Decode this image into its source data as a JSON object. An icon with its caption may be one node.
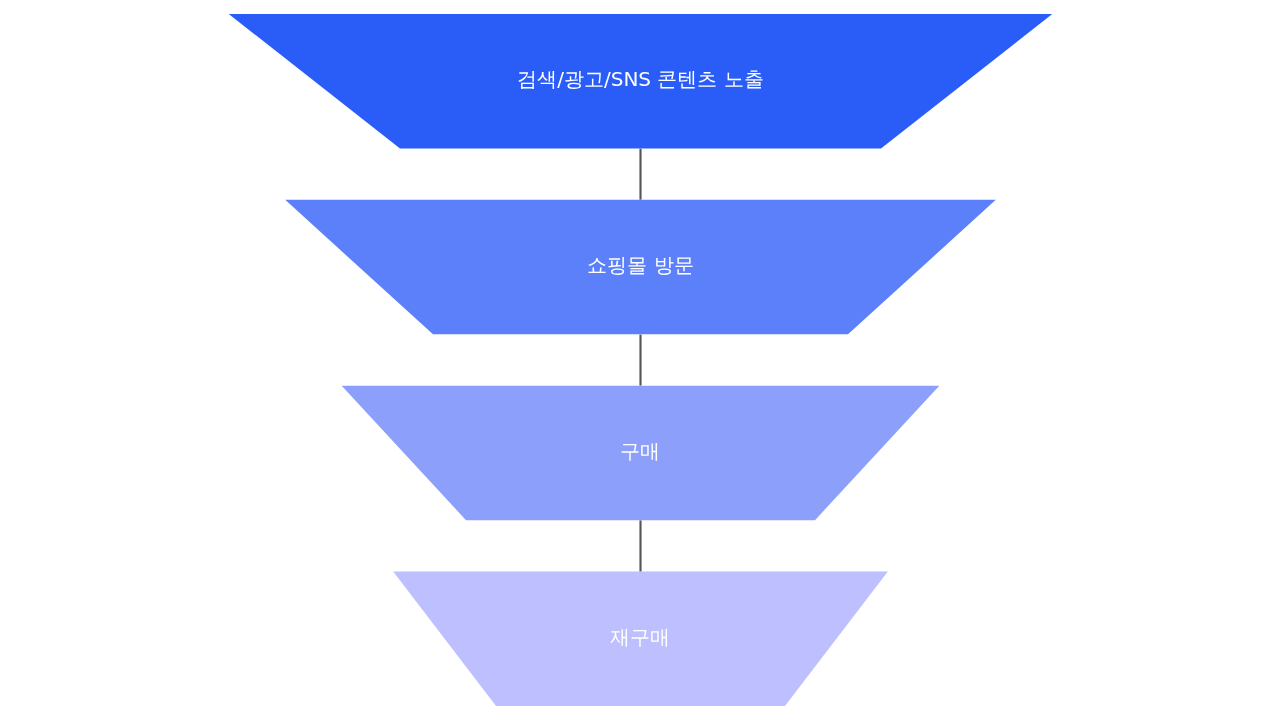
{
  "diagram": {
    "nodes": [
      {
        "text": [
          "검색/광고/SNS 콘텐츠 노출"
        ]
      },
      {
        "text": [
          "쇼핑몰 방문"
        ]
      },
      {
        "text": [
          "구매"
        ]
      },
      {
        "text": [
          "재구매"
        ]
      }
    ],
    "edges": [
      {
        "from": 0,
        "to": 1,
        "arrow": "none"
      },
      {
        "from": 1,
        "to": 2,
        "arrow": "none"
      },
      {
        "from": 2,
        "to": 3,
        "arrow": "none"
      }
    ]
  }
}
